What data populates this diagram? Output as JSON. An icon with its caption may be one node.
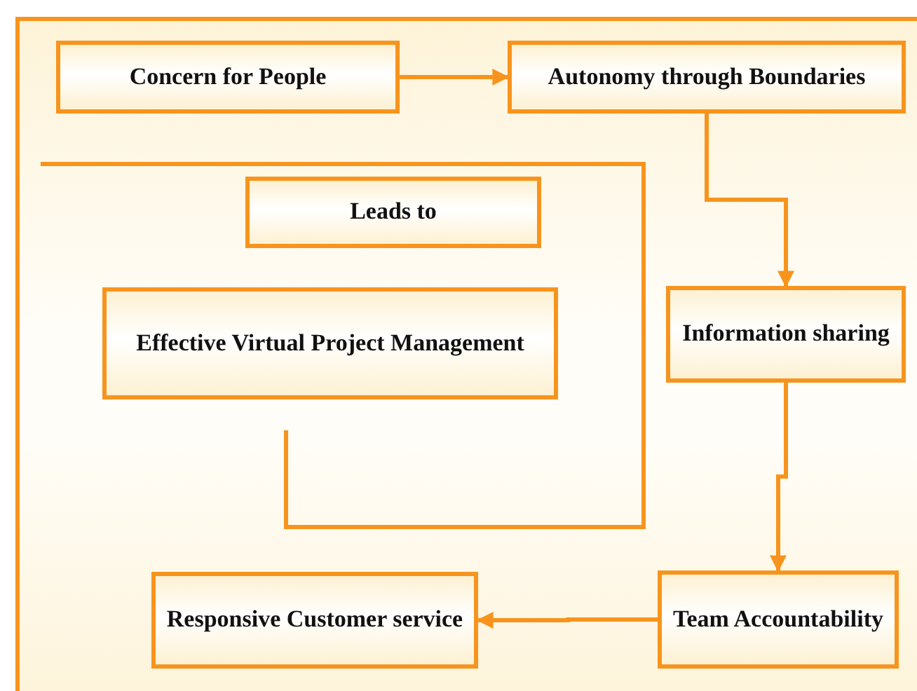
{
  "diagram": {
    "nodes": [
      {
        "text": [
          "Concern for People"
        ]
      },
      {
        "text": [
          "Autonomy through Boundaries"
        ]
      },
      {
        "text": [
          "Leads to"
        ]
      },
      {
        "text": [
          "Effective Virtual Project Management"
        ]
      },
      {
        "text": [
          "Information sharing"
        ]
      },
      {
        "text": [
          "Team Accountability"
        ]
      },
      {
        "text": [
          "Responsive Customer service"
        ]
      }
    ],
    "edges": [
      {
        "from": 0,
        "to": 1,
        "arrow": "to"
      },
      {
        "from": 1,
        "to": 4,
        "arrow": "to"
      },
      {
        "from": 4,
        "to": 5,
        "arrow": "to"
      },
      {
        "from": 5,
        "to": 6,
        "arrow": "to"
      }
    ]
  }
}
